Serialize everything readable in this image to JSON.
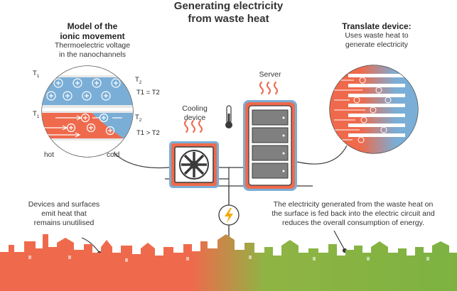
{
  "title_line1": "Generating electricity",
  "title_line2": "from waste heat",
  "model": {
    "title_line1": "Model of the",
    "title_line2": "ionic movement",
    "subtitle_line1": "Thermoelectric voltage",
    "subtitle_line2": "in the nanochannels",
    "t1_top": "T",
    "t2_top": "T",
    "sub1": "1",
    "sub2": "2",
    "eq_equal": "T1 = T2",
    "eq_greater": "T1 > T2",
    "hot": "hot",
    "cold": "cold"
  },
  "translate": {
    "title": "Translate device:",
    "subtitle_line1": "Uses waste heat to",
    "subtitle_line2": "generate electricity"
  },
  "cooling_label_line1": "Cooling",
  "cooling_label_line2": "device",
  "server_label": "Server",
  "left_caption": [
    "Devices and surfaces",
    "emit heat that",
    "remains unutilised"
  ],
  "right_caption": [
    "The electricity generated from the waste heat on",
    "the surface is fed back into the electric circuit and",
    "reduces the overall consumption of energy."
  ],
  "colors": {
    "hot": "#ef6a4c",
    "cold": "#7aaed6",
    "green": "#7db241",
    "dark": "#3a3a3a",
    "server_gray": "#808080",
    "bolt": "#f2a900"
  }
}
